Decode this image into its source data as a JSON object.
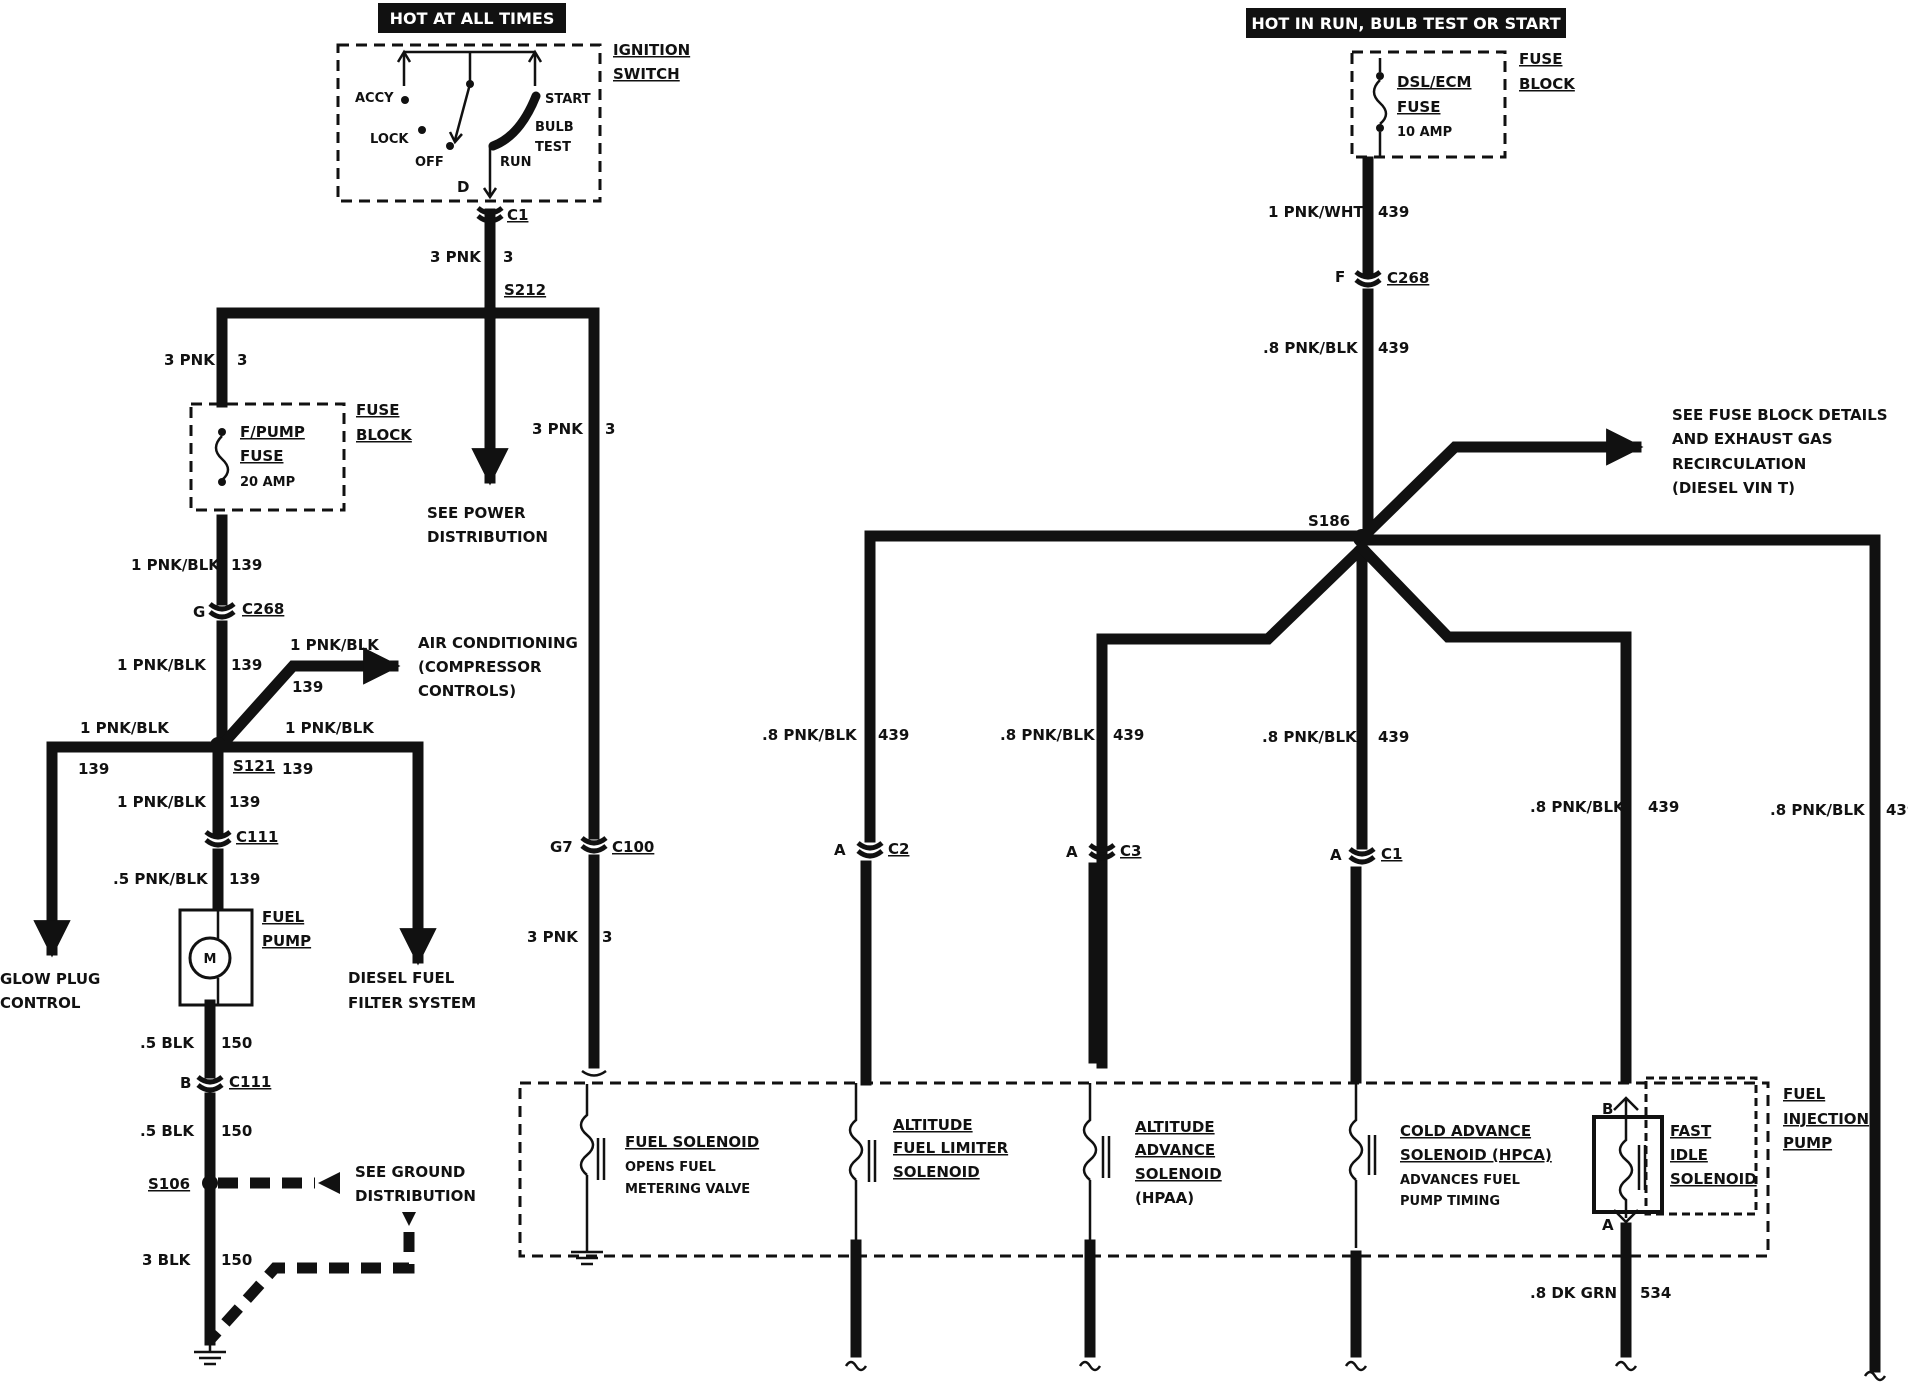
{
  "headers": {
    "left": "HOT AT ALL TIMES",
    "right": "HOT IN RUN, BULB TEST OR START"
  },
  "ignition_switch": {
    "title_1": "IGNITION",
    "title_2": "SWITCH",
    "positions": {
      "accy": "ACCY",
      "lock": "LOCK",
      "off": "OFF",
      "run": "RUN",
      "start": "START",
      "bulb": "BULB",
      "test": "TEST"
    },
    "terminal": "D"
  },
  "fuse_block_left": {
    "title_1": "FUSE",
    "title_2": "BLOCK",
    "name_1": "F/PUMP",
    "name_2": "FUSE",
    "rating": "20 AMP"
  },
  "fuse_block_right": {
    "title_1": "FUSE",
    "title_2": "BLOCK",
    "name_1": "DSL/ECM",
    "name_2": "FUSE",
    "rating": "10 AMP"
  },
  "wires": {
    "pnk3": "3 PNK",
    "c3": "3",
    "pnkblk1": "1 PNK/BLK",
    "c139": "139",
    "pnkblk05": ".5 PNK/BLK",
    "blk05": ".5 BLK",
    "c150": "150",
    "blk3": "3 BLK",
    "pnkwht1": "1 PNK/WHT",
    "c439": "439",
    "pnkblk08": ".8 PNK/BLK",
    "dkgrn08": ".8 DK GRN",
    "c534": "534"
  },
  "connectors": {
    "c1": "C1",
    "c268": "C268",
    "c111": "C111",
    "c100": "C100",
    "c2": "C2",
    "c3": "C3",
    "c1b": "C1",
    "pin_g": "G",
    "pin_b": "B",
    "pin_g7": "G7",
    "pin_f": "F",
    "pin_a": "A"
  },
  "splices": {
    "s212": "S212",
    "s121": "S121",
    "s106": "S106",
    "s186": "S186"
  },
  "destinations": {
    "power_1": "SEE POWER",
    "power_2": "DISTRIBUTION",
    "ac_1": "AIR CONDITIONING",
    "ac_2": "(COMPRESSOR",
    "ac_3": "CONTROLS)",
    "glow_1": "GLOW PLUG",
    "glow_2": "CONTROL",
    "filter_1": "DIESEL FUEL",
    "filter_2": "FILTER SYSTEM",
    "ground_1": "SEE GROUND",
    "ground_2": "DISTRIBUTION",
    "fbd_1": "SEE FUSE BLOCK DETAILS",
    "fbd_2": "AND EXHAUST GAS",
    "fbd_3": "RECIRCULATION",
    "fbd_4": "(DIESEL VIN T)"
  },
  "fuel_pump": {
    "title_1": "FUEL",
    "title_2": "PUMP",
    "motor": "M"
  },
  "injection_pump": {
    "title_1": "FUEL",
    "title_2": "INJECTION",
    "title_3": "PUMP"
  },
  "solenoids": {
    "fuel_1": "FUEL SOLENOID",
    "fuel_2": "OPENS FUEL",
    "fuel_3": "METERING VALVE",
    "alt_lim_1": "ALTITUDE",
    "alt_lim_2": "FUEL LIMITER",
    "alt_lim_3": "SOLENOID",
    "alt_adv_1": "ALTITUDE",
    "alt_adv_2": "ADVANCE",
    "alt_adv_3": "SOLENOID",
    "alt_adv_4": "(HPAA)",
    "cold_1": "COLD ADVANCE",
    "cold_2": "SOLENOID (HPCA)",
    "cold_3": "ADVANCES FUEL",
    "cold_4": "PUMP TIMING",
    "idle_1": "FAST",
    "idle_2": "IDLE",
    "idle_3": "SOLENOID",
    "idle_pin_b": "B",
    "idle_pin_a": "A"
  }
}
